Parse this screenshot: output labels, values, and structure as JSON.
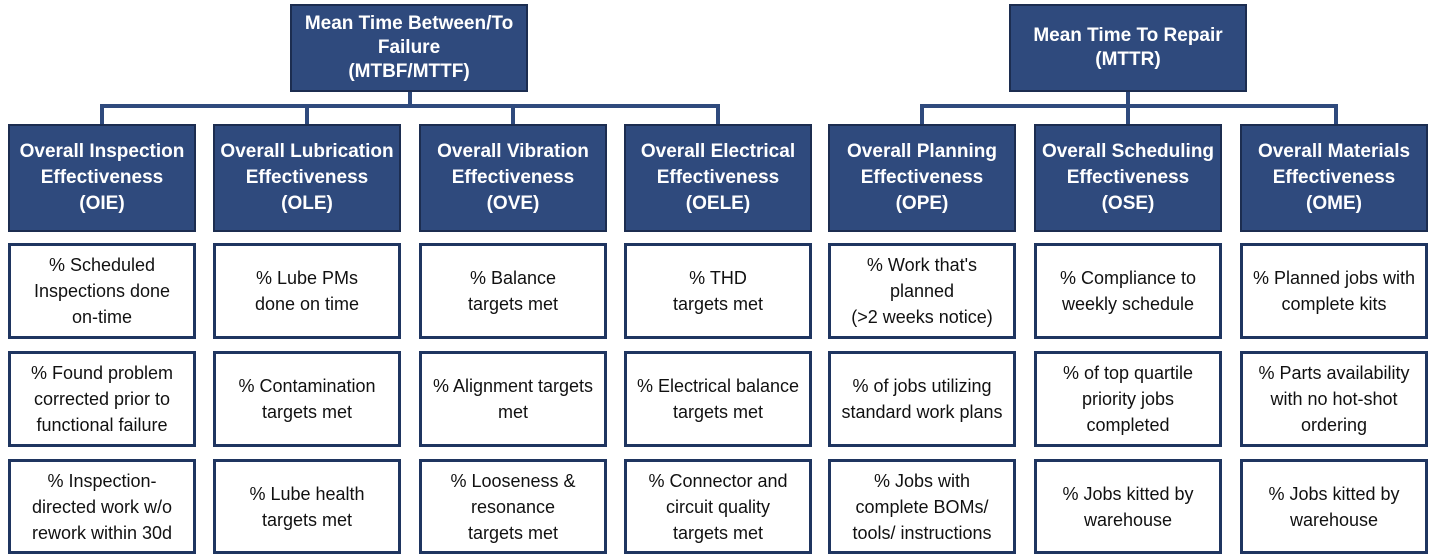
{
  "trees": [
    {
      "root": "Mean Time Between/To\nFailure\n(MTBF/MTTF)",
      "columns": [
        {
          "title": "Overall Inspection\nEffectiveness\n(OIE)",
          "metrics": [
            "% Scheduled\nInspections done\non-time",
            "% Found problem\ncorrected prior to\nfunctional failure",
            "% Inspection-\ndirected work w/o\nrework within 30d"
          ]
        },
        {
          "title": "Overall Lubrication\nEffectiveness\n(OLE)",
          "metrics": [
            "% Lube PMs\ndone on time",
            "% Contamination\ntargets met",
            "% Lube health\ntargets met"
          ]
        },
        {
          "title": "Overall Vibration\nEffectiveness\n(OVE)",
          "metrics": [
            "% Balance\ntargets met",
            "% Alignment targets\nmet",
            "% Looseness &\nresonance\ntargets met"
          ]
        },
        {
          "title": "Overall Electrical\nEffectiveness\n(OELE)",
          "metrics": [
            "% THD\ntargets met",
            "% Electrical balance\ntargets met",
            "% Connector and\ncircuit quality\ntargets met"
          ]
        }
      ]
    },
    {
      "root": "Mean Time To Repair\n(MTTR)",
      "columns": [
        {
          "title": "Overall Planning\nEffectiveness\n(OPE)",
          "metrics": [
            "% Work that's\nplanned\n(>2 weeks notice)",
            "% of jobs utilizing\nstandard work plans",
            "% Jobs with\ncomplete BOMs/\ntools/ instructions"
          ]
        },
        {
          "title": "Overall Scheduling\nEffectiveness\n(OSE)",
          "metrics": [
            "% Compliance to\nweekly schedule",
            "% of top quartile\npriority jobs\ncompleted",
            "% Jobs kitted by\nwarehouse"
          ]
        },
        {
          "title": "Overall Materials\nEffectiveness\n(OME)",
          "metrics": [
            "% Planned jobs with\ncomplete kits",
            "% Parts availability\nwith no hot-shot\nordering",
            "% Jobs kitted by\nwarehouse"
          ]
        }
      ]
    }
  ],
  "colors": {
    "header_fill": "#2f4a7d",
    "header_border": "#1c2d50",
    "connector": "#2f4a7d",
    "metric_border": "#1f3560"
  }
}
